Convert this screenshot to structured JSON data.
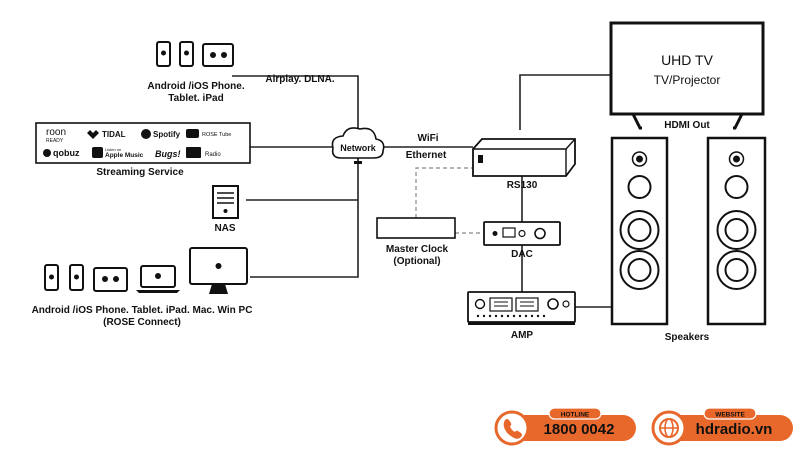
{
  "links": {
    "airplay_dlna": "Airplay. DLNA.",
    "wifi": "WiFi",
    "ethernet": "Ethernet",
    "hdmi_out": "HDMI Out"
  },
  "nodes": {
    "mobile_top": {
      "line1": "Android /iOS Phone.",
      "line2": "Tablet. iPad"
    },
    "streaming": {
      "label": "Streaming Service",
      "logos": {
        "roon_line1": "roon",
        "roon_line2": "READY",
        "tidal": "TIDAL",
        "spotify": "Spotify",
        "rose_tube": "ROSE Tube",
        "qobuz": "qobuz",
        "apple_small": "Listen on",
        "apple_music": "Apple Music",
        "bugs": "Bugs!",
        "radio": "Radio"
      }
    },
    "nas": {
      "label": "NAS"
    },
    "computers": {
      "line1": "Android /iOS Phone. Tablet. iPad. Mac. Win PC",
      "line2": "(ROSE Connect)"
    },
    "network": {
      "label": "Network"
    },
    "rs130": {
      "label": "RS130"
    },
    "master_clock": {
      "line1": "Master Clock",
      "line2": "(Optional)"
    },
    "dac": {
      "label": "DAC"
    },
    "amp": {
      "label": "AMP"
    },
    "tv": {
      "line1": "UHD TV",
      "line2": "TV/Projector"
    },
    "speakers": {
      "label": "Speakers"
    }
  },
  "contact": {
    "hotline_label": "HOTLINE",
    "hotline_value": "1800 0042",
    "website_label": "WEBSITE",
    "website_value": "hdradio.vn"
  },
  "colors": {
    "accent_orange": "#e8682c",
    "link_orange": "#c8511f",
    "line": "#222222"
  }
}
